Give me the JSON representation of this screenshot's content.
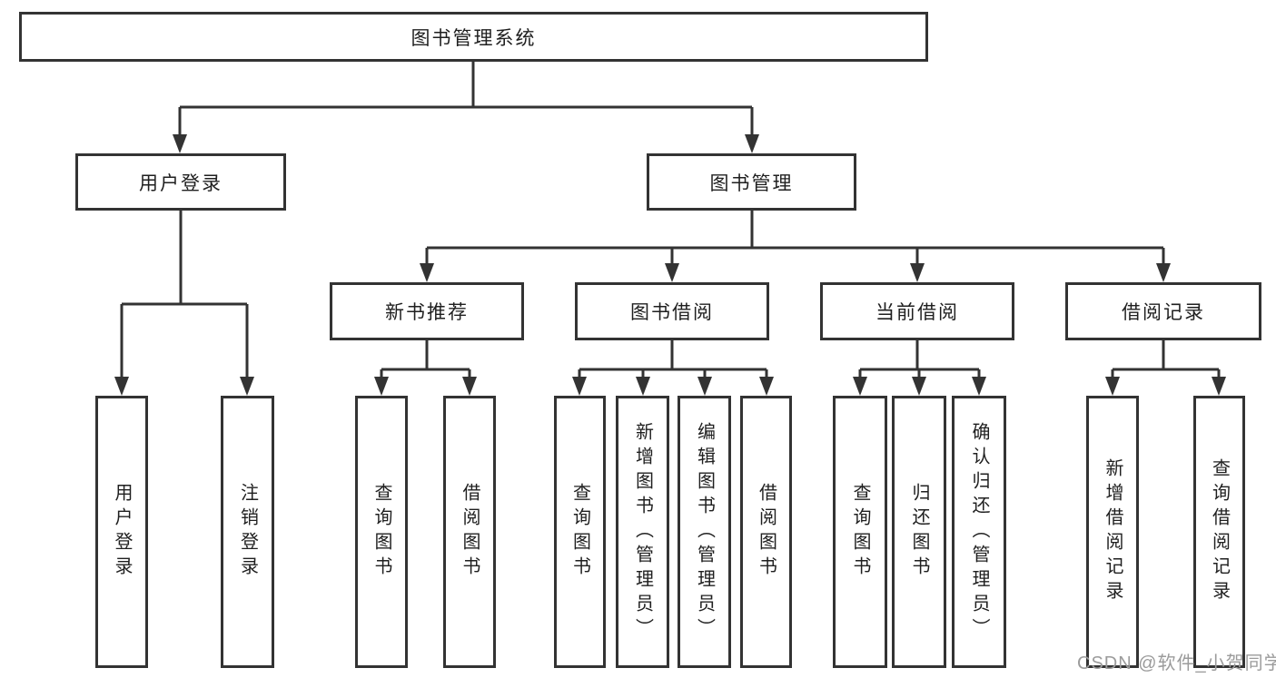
{
  "diagram": {
    "root": {
      "label": "图书管理系统",
      "children": [
        {
          "label": "用户登录",
          "children": [
            {
              "label": "用户登录"
            },
            {
              "label": "注销登录"
            }
          ]
        },
        {
          "label": "图书管理",
          "children": [
            {
              "label": "新书推荐",
              "children": [
                {
                  "label": "查询图书"
                },
                {
                  "label": "借阅图书"
                }
              ]
            },
            {
              "label": "图书借阅",
              "children": [
                {
                  "label": "查询图书"
                },
                {
                  "label": "新增图书（管理员）"
                },
                {
                  "label": "编辑图书（管理员）"
                },
                {
                  "label": "借阅图书"
                }
              ]
            },
            {
              "label": "当前借阅",
              "children": [
                {
                  "label": "查询图书"
                },
                {
                  "label": "归还图书"
                },
                {
                  "label": "确认归还（管理员）"
                }
              ]
            },
            {
              "label": "借阅记录",
              "children": [
                {
                  "label": "新增借阅记录"
                },
                {
                  "label": "查询借阅记录"
                }
              ]
            }
          ]
        }
      ]
    }
  },
  "watermark": "CSDN @软件_小贺同学",
  "colors": {
    "line": "#333333",
    "text": "#1f1f1f",
    "watermark": "#9b9b9b",
    "background": "#ffffff"
  }
}
